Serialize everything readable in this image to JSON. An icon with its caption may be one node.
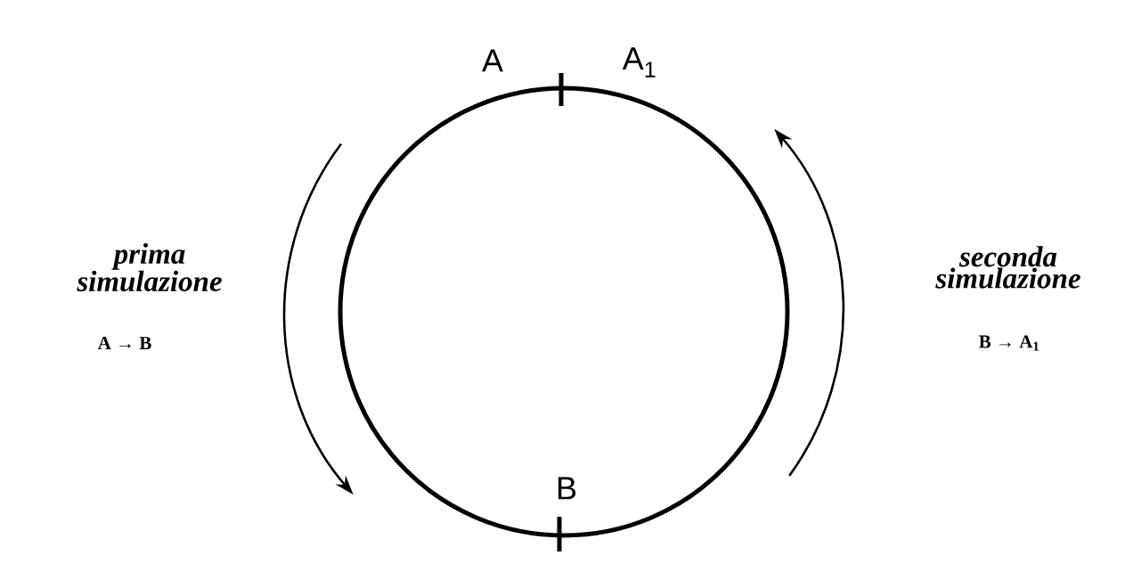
{
  "diagram": {
    "labels": [
      "A",
      "A$_{1}$",
      "prima simulazione",
      "A → B",
      "seconda simulazione",
      "B → A$_{1}$",
      "B"
    ]
  }
}
